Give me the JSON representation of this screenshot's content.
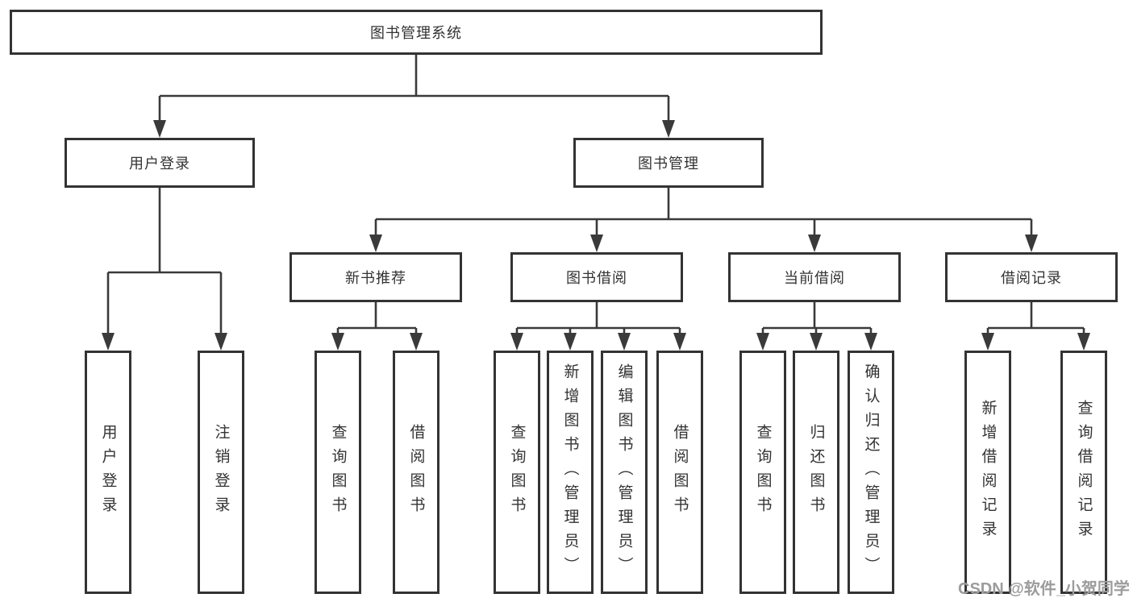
{
  "tree": {
    "root": {
      "label": "图书管理系统"
    },
    "branches": [
      {
        "label": "用户登录",
        "children": [
          {
            "label": "用户登录"
          },
          {
            "label": "注销登录"
          }
        ]
      },
      {
        "label": "图书管理",
        "children": [
          {
            "label": "新书推荐",
            "children": [
              {
                "label": "查询图书"
              },
              {
                "label": "借阅图书"
              }
            ]
          },
          {
            "label": "图书借阅",
            "children": [
              {
                "label": "查询图书"
              },
              {
                "label": "新增图书（管理员）"
              },
              {
                "label": "编辑图书（管理员）"
              },
              {
                "label": "借阅图书"
              }
            ]
          },
          {
            "label": "当前借阅",
            "children": [
              {
                "label": "查询图书"
              },
              {
                "label": "归还图书"
              },
              {
                "label": "确认归还（管理员）"
              }
            ]
          },
          {
            "label": "借阅记录",
            "children": [
              {
                "label": "新增借阅记录"
              },
              {
                "label": "查询借阅记录"
              }
            ]
          }
        ]
      }
    ]
  },
  "watermark": {
    "text": "CSDN @软件_小贺同学"
  },
  "colors": {
    "line": "#3a3a3a",
    "box_border": "#333333",
    "text": "#333333",
    "watermark": "#9c9c9c",
    "background": "#ffffff"
  }
}
